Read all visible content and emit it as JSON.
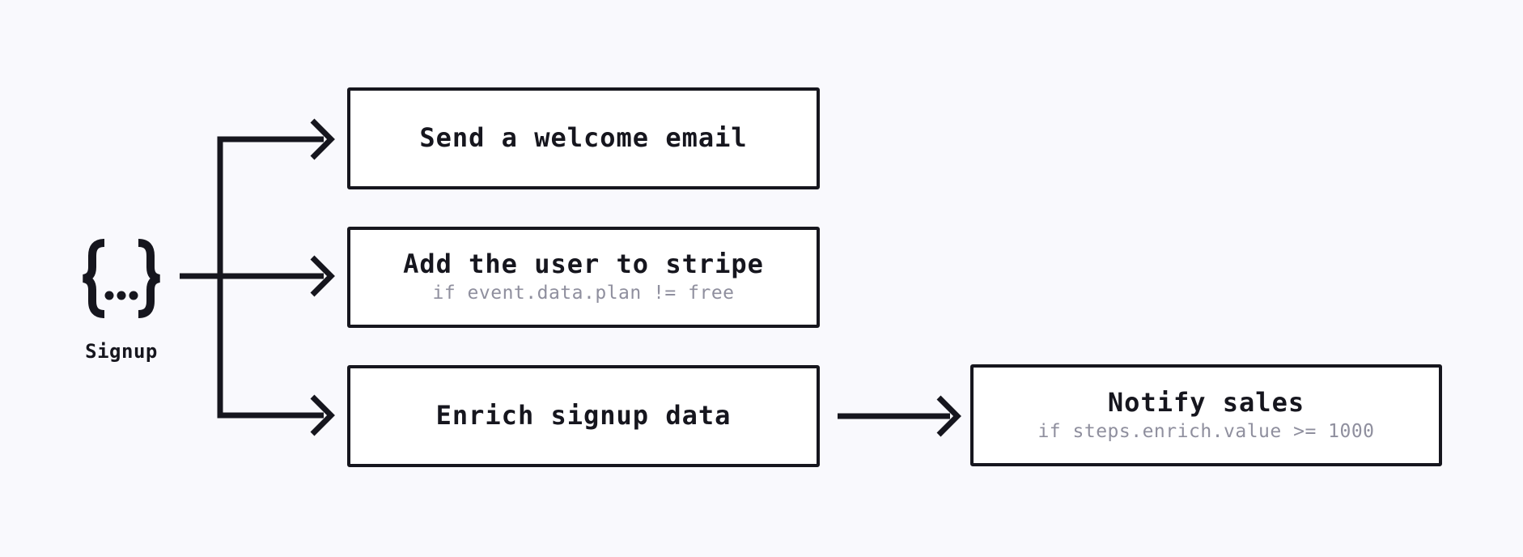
{
  "colors": {
    "bg": "#f9f9fd",
    "ink": "#16161e",
    "muted": "#8f8f9e",
    "box_bg": "#ffffff"
  },
  "trigger": {
    "id": "signup",
    "label": "Signup",
    "icon": "event-payload-icon"
  },
  "steps": [
    {
      "id": "send-welcome-email",
      "title": "Send a welcome email",
      "condition": ""
    },
    {
      "id": "add-user-to-stripe",
      "title": "Add the user to stripe",
      "condition": "if event.data.plan != free"
    },
    {
      "id": "enrich-signup-data",
      "title": "Enrich signup data",
      "condition": ""
    },
    {
      "id": "notify-sales",
      "title": "Notify sales",
      "condition": "if steps.enrich.value >= 1000"
    }
  ],
  "connections": [
    {
      "from": "signup",
      "to": "send-welcome-email"
    },
    {
      "from": "signup",
      "to": "add-user-to-stripe"
    },
    {
      "from": "signup",
      "to": "enrich-signup-data"
    },
    {
      "from": "enrich-signup-data",
      "to": "notify-sales"
    }
  ]
}
